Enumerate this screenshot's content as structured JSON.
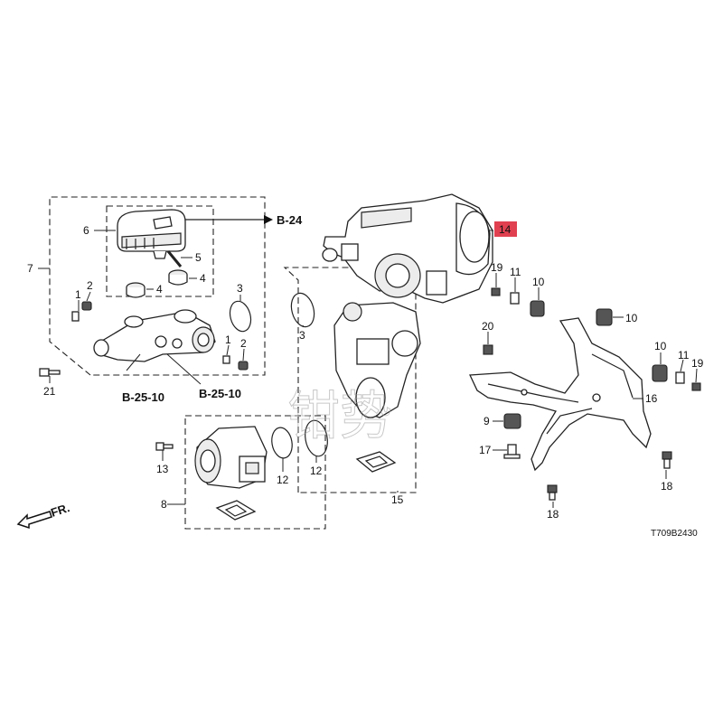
{
  "diagram": {
    "code": "T709B2430",
    "direction_label": "FR.",
    "highlight_color": "#e04050",
    "highlighted_callout": "14",
    "references": {
      "b24": "B-24",
      "b2510_left": "B-25-10",
      "b2510_right": "B-25-10"
    },
    "watermark": "钳势",
    "callouts": {
      "c1a": "1",
      "c1b": "1",
      "c2a": "2",
      "c2b": "2",
      "c3a": "3",
      "c3b": "3",
      "c4a": "4",
      "c4b": "4",
      "c5": "5",
      "c6": "6",
      "c7": "7",
      "c8": "8",
      "c9": "9",
      "c10a": "10",
      "c10b": "10",
      "c10c": "10",
      "c11a": "11",
      "c11b": "11",
      "c12a": "12",
      "c12b": "12",
      "c13": "13",
      "c14": "14",
      "c15": "15",
      "c16": "16",
      "c17": "17",
      "c18a": "18",
      "c18b": "18",
      "c19a": "19",
      "c19b": "19",
      "c20": "20",
      "c21": "21"
    }
  }
}
